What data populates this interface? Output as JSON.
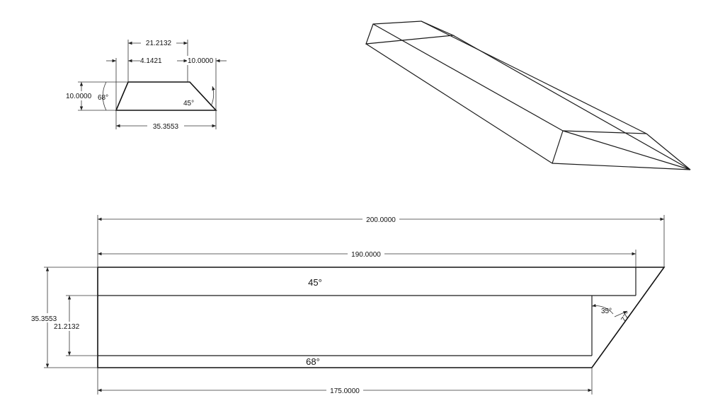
{
  "front_view": {
    "top_width": "21.2132",
    "left_offset": "4.1421",
    "right_offset": "10.0000",
    "left_height": "10.0000",
    "left_angle": "68°",
    "right_angle": "45°",
    "bottom_width": "35.3553"
  },
  "top_view": {
    "overall_length": "200.0000",
    "upper_length": "190.0000",
    "lower_length": "175.0000",
    "overall_width": "35.3553",
    "inner_width": "21.2132",
    "upper_face_angle": "45°",
    "lower_face_angle": "68°",
    "end_angle_small": "35°",
    "end_angle_large": "77°"
  }
}
